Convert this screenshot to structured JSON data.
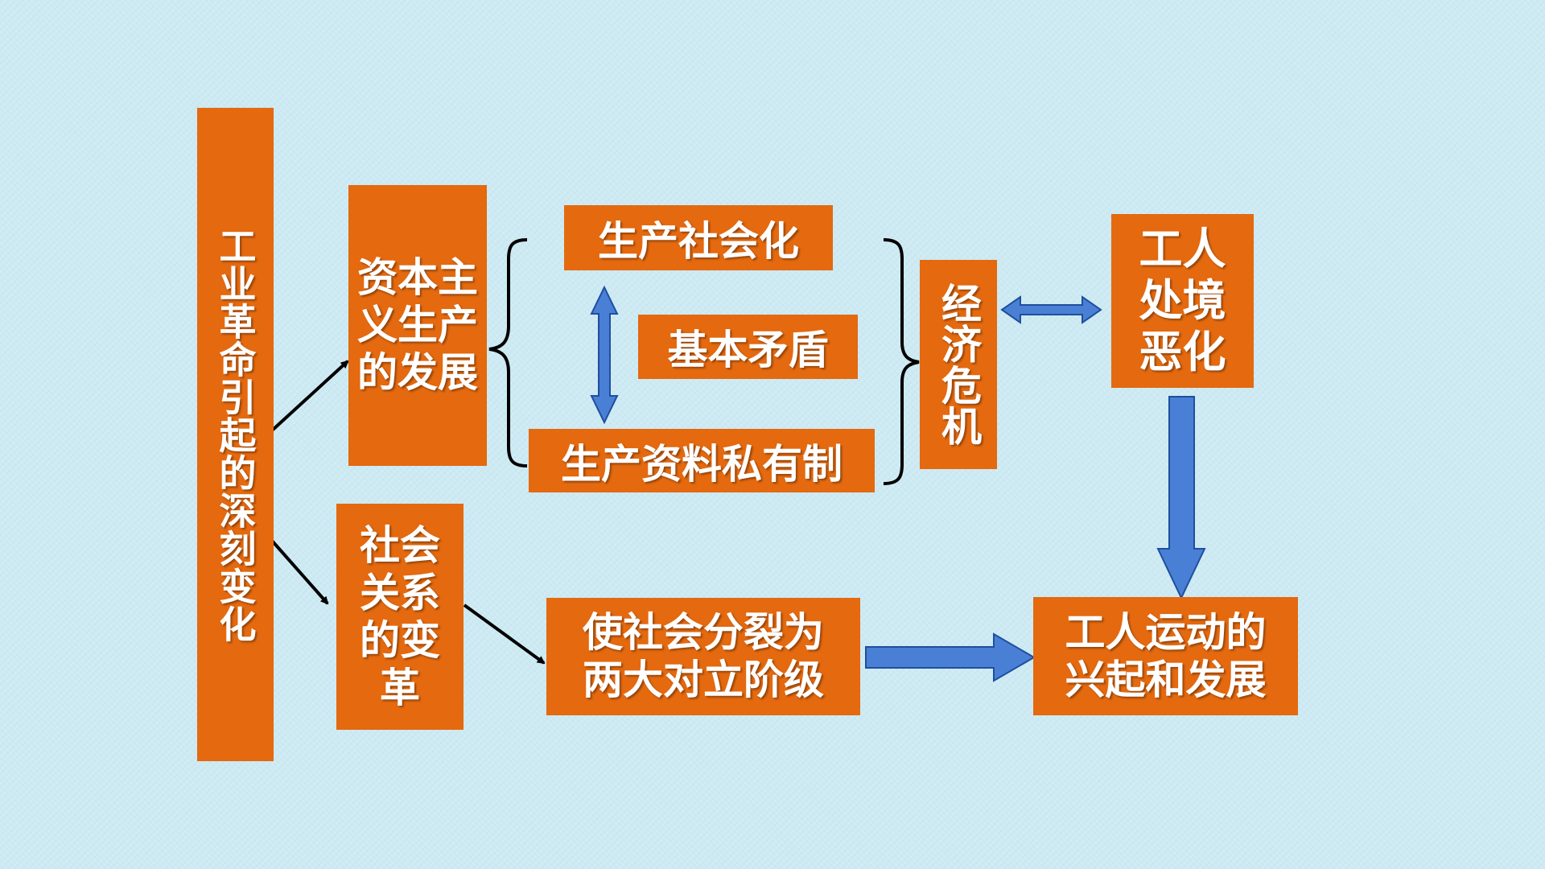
{
  "diagram": {
    "root": "工业革命引起的深刻变化",
    "capitalist_development": "资本主义生产的发展",
    "social_relations_change": "社会关系的变革",
    "socialization_of_production": "生产社会化",
    "basic_contradiction": "基本矛盾",
    "private_ownership": "生产资料私有制",
    "economic_crisis": "经济危机",
    "workers_conditions": "工人处境恶化",
    "class_division": "使社会分裂为两大对立阶级",
    "labor_movement": "工人运动的兴起和发展"
  },
  "colors": {
    "background": "#cdeaf3",
    "box_fill": "#e4690f",
    "box_text": "#ffffff",
    "arrow_blue": "#4a7fd6",
    "arrow_black": "#000000"
  }
}
